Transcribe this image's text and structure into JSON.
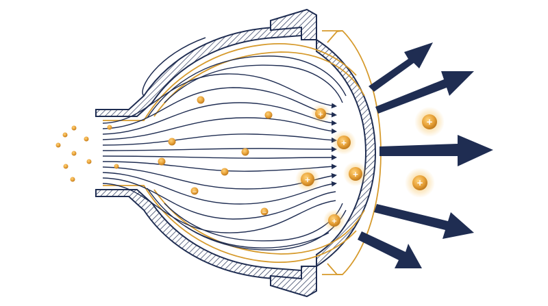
{
  "diagram": {
    "colors": {
      "outline": "#1f2d52",
      "accent": "#d69a2c",
      "particle": "#e8a33a",
      "particle_glow": "#f6c35f",
      "background": "#ffffff"
    },
    "particle_signs": {
      "positive": "+",
      "negative": "−"
    },
    "icons": [
      "hatched-chamber-wall",
      "flow-arrow",
      "charged-particle",
      "emission-arrow"
    ]
  }
}
